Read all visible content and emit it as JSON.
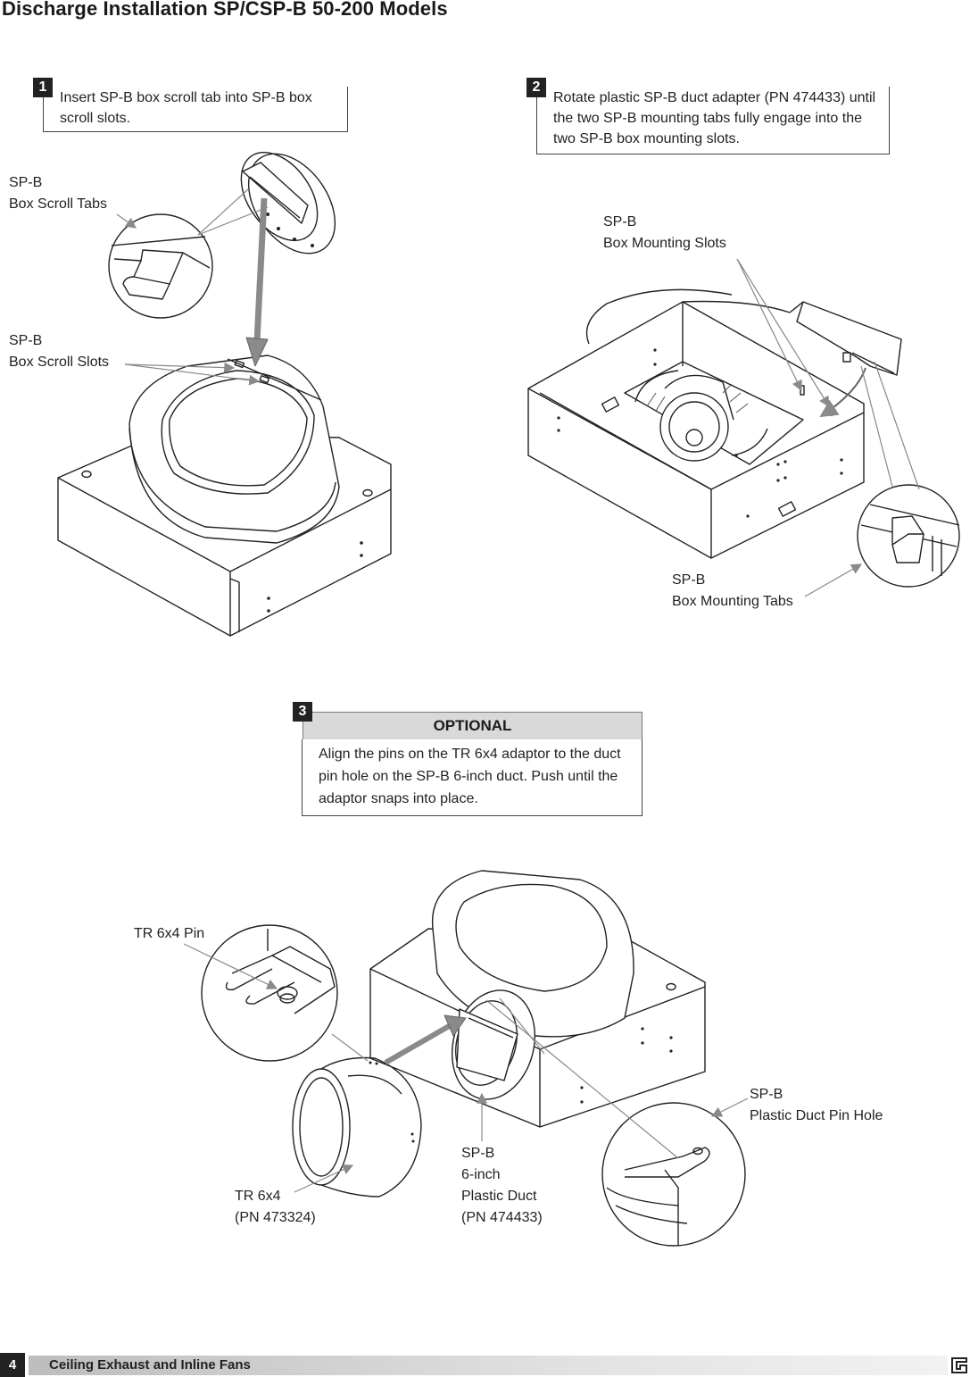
{
  "page_title": "Discharge Installation SP/CSP-B 50-200 Models",
  "steps": [
    {
      "number": "1",
      "text": "Insert SP-B box scroll tab into SP-B box scroll slots."
    },
    {
      "number": "2",
      "text": "Rotate plastic SP-B duct adapter (PN 474433) until the two SP-B mounting tabs fully engage into the two SP-B box mounting slots."
    },
    {
      "number": "3",
      "header": "OPTIONAL",
      "text": "Align the pins on the TR 6x4 adaptor to the duct pin hole on the SP-B 6-inch duct. Push until the adaptor snaps into place."
    }
  ],
  "labels": {
    "box_scroll_tabs": "SP-B\nBox Scroll Tabs",
    "box_scroll_slots": "SP-B\nBox Scroll Slots",
    "box_mounting_slots": "SP-B\nBox Mounting Slots",
    "box_mounting_tabs": "SP-B\nBox Mounting Tabs",
    "tr_pin": "TR 6x4 Pin",
    "plastic_duct_pin_hole": "SP-B\nPlastic Duct Pin Hole",
    "six_inch_duct": "SP-B\n6-inch\nPlastic Duct\n(PN 474433)",
    "tr_adaptor": "TR 6x4\n(PN 473324)"
  },
  "footer": {
    "page_number": "4",
    "text": "Ceiling Exhaust and Inline Fans",
    "logo_icon": "greenheck-logo-icon"
  }
}
